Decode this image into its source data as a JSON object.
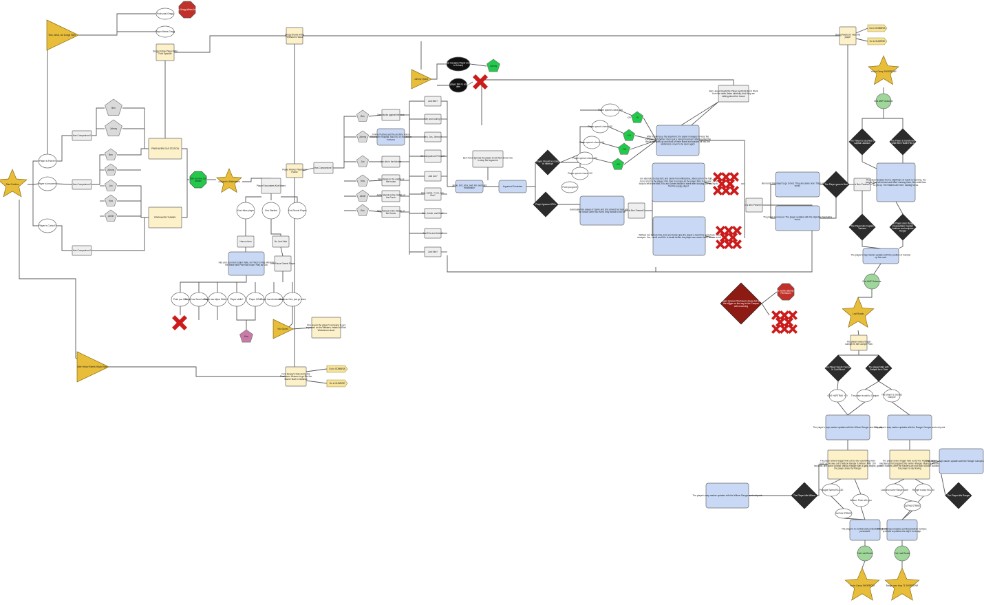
{
  "title": "",
  "colors": {
    "star": "#e8bd3a",
    "triangle": "#e8bd3a",
    "rect_yellow": "#fdf1c9",
    "rect_blue": "#c9d9f5",
    "rect_gray": "#efefef",
    "circle": "#ffffff",
    "diamond": "#2b2b2b",
    "diamond_red": "#8e1b13",
    "octagon_red": "#c1312a",
    "pentagon_green": "#22c94a",
    "pentagon_pink": "#c97aa6",
    "pentagon_gray": "#dadada",
    "x_red": "#cc1b1b",
    "ellipse_black": "#111111",
    "arrow_yellow": "#f6e39a",
    "green_circle": "#9fd69a",
    "line": "#555555"
  },
  "nodes": {
    "n_start": {
      "label": "Start Position"
    },
    "n_tri1": {
      "label": "Toss, What, out Dodge Start"
    },
    "n_pushgreg": {
      "label": "Push past Gregg"
    },
    "n_oct1": {
      "label": "Kills Gregg When Alone"
    },
    "n_reach": {
      "label": "Player Meets Gregg"
    },
    "n_greggfollow": {
      "label": "Gregg Follow Player After Ford Episode"
    },
    "n_ben": {
      "label": "Ben"
    },
    "n_johnny": {
      "label": "Johnny"
    },
    "n_hascomp1": {
      "label": "Has Companions?"
    },
    "n_hascomp2": {
      "label": "Has Companions?"
    },
    "n_hascomp3": {
      "label": "Has Companions?"
    },
    "n_playerparent": {
      "label": "Player is Parent?"
    },
    "n_playerinnocent": {
      "label": "Player is Innocent?"
    },
    "n_playercontrol": {
      "label": "Player is Control?"
    },
    "n_p_ben": {
      "label": "Ben"
    },
    "n_p_johnny": {
      "label": "Johnny"
    },
    "n_p_jon": {
      "label": "Jon"
    },
    "n_p_kira": {
      "label": "Kira"
    },
    "n_p_jamie": {
      "label": "Jamie"
    },
    "n_gas": {
      "label": "PINEHAVEN GAS STATION"
    },
    "n_tunnel": {
      "label": "PINEHAVEN TUNNEL"
    },
    "n_greenoct": {
      "label": "Start Survive Gas Station"
    },
    "n_star2": {
      "label": "A Night in Whitehaven"
    },
    "n_encounter": {
      "label": "Player Encounters Kira Maero"
    },
    "n_kirahides": {
      "label": "Kira Hides player"
    },
    "n_kirastartled": {
      "label": "Kira Startled"
    },
    "n_kirashoots": {
      "label": "Kira Shoots Player"
    },
    "n_hasno": {
      "label": "Has no item"
    },
    "n_notjust": {
      "label": "No Just Hide"
    },
    "n_kiradesc": {
      "label": "Kira and Jon meet Junior Valle, on Finch to hide with Kira the Stave and Pine has house; Play as Kira"
    },
    "n_kirapause": {
      "label": "Kira Pause Greets Player"
    },
    "n_c1": {
      "label": "Push you Kiss"
    },
    "n_c2": {
      "label": "Player has Smart cards Fuse"
    },
    "n_c3": {
      "label": "Player has Alpha Strike Item"
    },
    "n_c4": {
      "label": "Player stalls?"
    },
    "n_c5": {
      "label": "Player KiTod"
    },
    "n_c6": {
      "label": "Player has Archimedes Part"
    },
    "n_c7": {
      "label": "Whatever Kira, just go alone"
    },
    "n_x1": {
      "label": ""
    },
    "n_pinkpent": {
      "label": "Kira"
    },
    "n_tri3": {
      "label": "Kira Quest"
    },
    "n_kiraleaves": {
      "label": "Kira leaves the player's company to get improved on the Western; heads to Kira's Workbench alone"
    },
    "n_tri_light": {
      "label": "Little Yellow Rabbit, Bright Start"
    },
    "n_fordstep": {
      "label": "Ford Dewey's hide during the Pinehaven Heaven to go find the Stave Heart in Distance"
    },
    "n_goto1": {
      "label": "Go to SOMBRIA"
    },
    "n_goto2": {
      "label": "Go to SUNRISE"
    },
    "n_greggoutside": {
      "label": "Gregg Shows At the Pinehaven House"
    },
    "n_playerarrives": {
      "label": "Player Arrives Pinehaven House"
    },
    "n_hascomp4": {
      "label": "Has Companions?"
    },
    "n_m_ben": {
      "label": "Ben"
    },
    "n_m_johnny": {
      "label": "Johnny"
    },
    "n_m_jon": {
      "label": "Jon"
    },
    "n_m_kira": {
      "label": "Kira"
    },
    "n_m_jamie": {
      "label": "Jamie"
    },
    "n_m_kiro": {
      "label": "Kiro"
    },
    "n_d_ben": {
      "label": "Ben blocks against the rock"
    },
    "n_d_johnny": {
      "label": "Johnny Pushes and the old Pine house Pinehaven Hospital; has 5 to 30 minutes to hurt you"
    },
    "n_d_jon": {
      "label": "Jon sits in the kitchen"
    },
    "n_d_kira": {
      "label": "Kira stands in the middle of the house"
    },
    "n_d_jamie": {
      "label": "Jamie stands in the middle of the Porch"
    },
    "n_d_kiro": {
      "label": "Kira Passes in the middle of the House"
    },
    "n_justben": {
      "label": "Just Ben?"
    },
    "n_benjohnny": {
      "label": "Ben and Johnny?"
    },
    "n_benjonjohnny": {
      "label": "Ben, Jon, Johnny?"
    },
    "n_allcomp": {
      "label": "All Companions Present?"
    },
    "n_justjon": {
      "label": "Just Jon?"
    },
    "n_ericjamie": {
      "label": "Eric, Jamie, ? Jon, Jon, Kira?"
    },
    "n_ericjamie2": {
      "label": "Eric, Jamie, and Kira?"
    },
    "n_justeric": {
      "label": "Just Eric and Jamie?"
    },
    "n_justkira": {
      "label": "Just Kira?"
    },
    "n_tri_johnny": {
      "label": "Johnny Quest"
    },
    "n_blackell1": {
      "label": "The player Escapes Player and gives it to Johnny"
    },
    "n_greenpent1": {
      "label": "Johnny"
    },
    "n_blackell2": {
      "label": "The player fails to acquire item"
    },
    "n_x2": {
      "label": ""
    },
    "n_benforce": {
      "label": "Ben Force Ignores the player to let them know how to stop the argument"
    },
    "n_jamieeric": {
      "label": "Jamie, Eric, Kira, and Jon overnight Realization"
    },
    "n_argument": {
      "label": "Argument Escalates"
    },
    "n_dia_should": {
      "label": "Player Should be Going to Interrupt"
    },
    "n_dia_ignores": {
      "label": "Player Ignores NPCs"
    },
    "n_pushyou": {
      "label": "Push you gone"
    },
    "n_playerspeech1": {
      "label": "Player speech check +90"
    },
    "n_playerspeech2": {
      "label": "Player speech check +20"
    },
    "n_playerspeech3": {
      "label": "Player speech check +10"
    },
    "n_playerspeech4": {
      "label": "Player speech check +20"
    },
    "n_playerspeech5": {
      "label": "Player speech check +90"
    },
    "n_gp_a": {
      "label": "+5"
    },
    "n_gp_b": {
      "label": "+10"
    },
    "n_gp_c": {
      "label": "+15"
    },
    "n_gp_d": {
      "label": "+20"
    },
    "n_gp_e": {
      "label": "+25"
    },
    "n_eventually": {
      "label": "Eventually Kira player of Jamie and Eric arrived but lead and left to the house; After this event, they decide to kill her"
    },
    "n_isbenpresent1": {
      "label": "Is Ben Present?"
    },
    "n_afterargument": {
      "label": "After breaking up the argument, the player manages to keep the companions together; they spot a rising broadcast; after hearing this the group splits up and most of them leave and wander off into the wilderness, never to be seen again"
    },
    "n_attempt": {
      "label": "Jon attempts to stop Eric and Jamie from killing Kira, others join in the fight, and Jon is shot by the player; Kira tries to escape as the player tries to escape; Jon's body is left in the field; Eric and Jamie decide to leave after burying Jon and try to find the supply depot"
    },
    "n_without": {
      "label": "Without Jon to help Kira, Eric and Jamie give the player a hard time and shoot; Kira escapes. Jon, Jamie and Eric to death before the player can reach them; no one is left"
    },
    "n_xcluster1": {
      "label": ""
    },
    "n_xcluster2": {
      "label": ""
    },
    "n_benhouse": {
      "label": "Ben House Reads the Player and lists Ben's Work from the radio, listen carefully, find; they are talking about the house"
    },
    "n_greggradio": {
      "label": "Gregg Radios to meet the player"
    },
    "n_goto3": {
      "label": "Go to SOMBRIA"
    },
    "n_goto4": {
      "label": "Go to SUNRISE"
    },
    "n_isbenpresent2": {
      "label": "Is Ben Present?"
    },
    "n_benlends": {
      "label": "Ben lends the player to go to bed. They are alone now. Them appears the world."
    },
    "n_playerrescue": {
      "label": "The player is rescued. The player updates with the objective has Alpha found."
    },
    "n_dia_bengone": {
      "label": "The Player goes to Bed"
    },
    "n_isbenpresent3": {
      "label": "Is Ben Present?"
    },
    "n_star_youre": {
      "label": "You're Camp SHORROW!"
    },
    "n_endamp": {
      "label": "End AMP Outcome"
    },
    "n_dia_ranger": {
      "label": "The Player is escorted to Captain Jackson"
    },
    "n_dia_trans": {
      "label": "The Player is transferred while Ben Health Hits 0"
    },
    "n_playerawakes": {
      "label": "The player awakes from a nightmare of result; in morning, the people they left behind and killed chasing them; Ben tells them to get up. The Raiders are here, looking for us."
    },
    "n_dia_kills": {
      "label": "The Player kills Captain Jackson"
    },
    "n_dia_uses": {
      "label": "The Player uses Ranger Incapacitator Captain Jackson and acquires Ranger"
    },
    "n_mapmarker1": {
      "label": "The player's map marker updates with the position of Camper up the road."
    },
    "n_endamp2": {
      "label": "End AMP Outcome"
    },
    "n_octred2": {
      "label": "Eric Jamie attempt at Pinehaven"
    },
    "n_dia_redbig": {
      "label": "Player Ignores Pinehaven House but hits the trigger on the way to the Camper with a warning"
    },
    "n_xcluster3": {
      "label": ""
    },
    "n_star_lost": {
      "label": "Lost Roads"
    },
    "n_playerleaves": {
      "label": "The player leaves trigger Camper to the Camper Park"
    },
    "n_dia_sendcamp": {
      "label": "The Player Sends Camper In Cold Blood"
    },
    "n_dia_talks": {
      "label": "The player talks with Camper for a Time"
    },
    "n_gascircle": {
      "label": "GAS HARTRAK +10"
    },
    "n_playeradd": {
      "label": "The player is add to Camper"
    },
    "n_playerclose": {
      "label": "The player is close to Camper"
    },
    "n_mapupdates1": {
      "label": "The player's map marker updates with the Wilson Ranger and exit point"
    },
    "n_mapupdates2": {
      "label": "The player's map marker updates with the Ranger Camper and exit point"
    },
    "n_playerenters1": {
      "label": "The player enters trigger field out by the road killing them both; at the way out to Wilson Ranger & Wilson; After 100 seconds, and some combat; Wilson Ranger with a gang begins; goes the player ahead by Ranger"
    },
    "n_playerenters2": {
      "label": "The player enters trigger field out by the Highway where machinery; first triggered the lumber Ranger begins a shooting with Raiders; After the Raiders are shot with a police position the player is sky flowing"
    },
    "n_mapupdates3": {
      "label": "The player's map marker updates with the Wilson Ranger and exit point"
    },
    "n_mapupdates4": {
      "label": "The player's map marker updates with the Ranger Camper and exit point"
    },
    "n_dia_killswilson": {
      "label": "The Player kills Wilson"
    },
    "n_dia_killsranger": {
      "label": "The Player kills Ranger"
    },
    "n_prologue1": {
      "label": "Prologue Speed KILL 40"
    },
    "n_prologue2": {
      "label": "Wilson: Push with you"
    },
    "n_alpha1": {
      "label": "ALPHA STRIKE"
    },
    "n_prologue3": {
      "label": "Look into some Ranger care"
    },
    "n_prologue4": {
      "label": "Ranger's story KILL 40"
    },
    "n_alpha2": {
      "label": "ALPHA STRIKE"
    },
    "n_wilsonsafe": {
      "label": "The player's to combat and protection for 4 days purchased."
    },
    "n_rangersafe": {
      "label": "Ranger Ranges requires cunning towards Camper; previous to position the day 1 to sludge."
    },
    "n_endlast1": {
      "label": "End Last Roads"
    },
    "n_endlast2": {
      "label": "End Last Roads"
    },
    "n_star_youre2": {
      "label": "You're Camp SHORROW!"
    },
    "n_star_bridge": {
      "label": "Bridge over Hwy 71 SHORROW!"
    }
  }
}
